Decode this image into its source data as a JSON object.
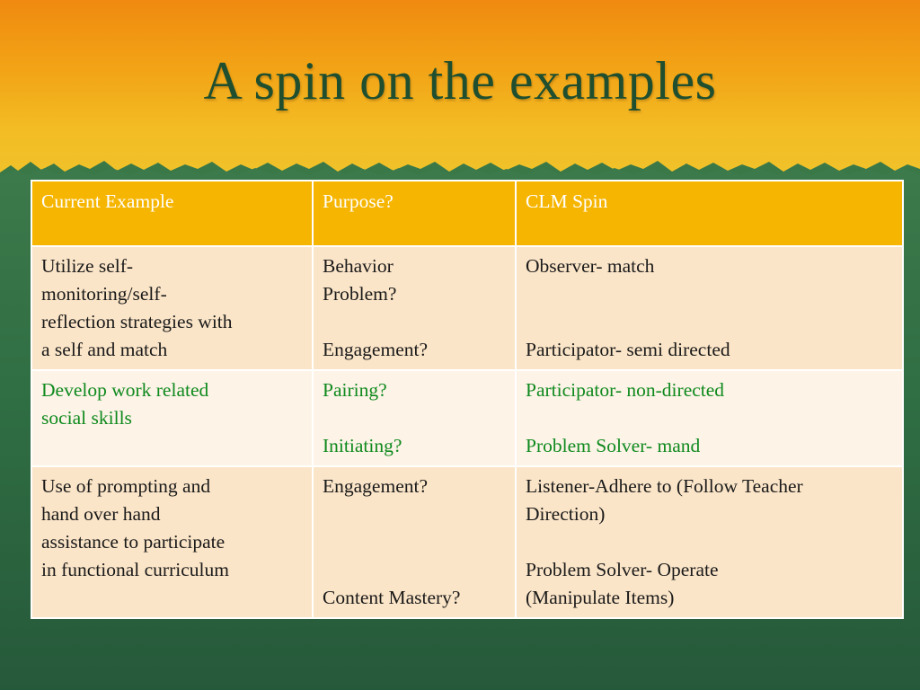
{
  "slide": {
    "title": "A spin on the examples"
  },
  "table": {
    "headers": [
      "Current Example",
      "Purpose?",
      "CLM Spin"
    ],
    "rows": [
      {
        "example": "Utilize self-\nmonitoring/self-\nreflection strategies with\na self and match",
        "purpose": "Behavior\nProblem?\n\nEngagement?",
        "spin": "Observer- match\n\n\nParticipator- semi directed"
      },
      {
        "example": "Develop work related\nsocial skills",
        "purpose": "Pairing?\n\nInitiating?",
        "spin": "Participator- non-directed\n\nProblem Solver- mand"
      },
      {
        "example": "Use of prompting and\nhand over hand\nassistance to participate\nin functional curriculum",
        "purpose": "Engagement?\n\n\n\nContent Mastery?",
        "spin": "Listener-Adhere to (Follow Teacher\nDirection)\n\nProblem Solver- Operate\n(Manipulate Items)"
      }
    ]
  },
  "colors": {
    "header_bg": "#f6b500",
    "row_odd_bg": "#fbe5c8",
    "row_even_bg": "#fdf3e7",
    "highlight_text": "#0f8a1e",
    "title_text": "#1f4f2f"
  }
}
